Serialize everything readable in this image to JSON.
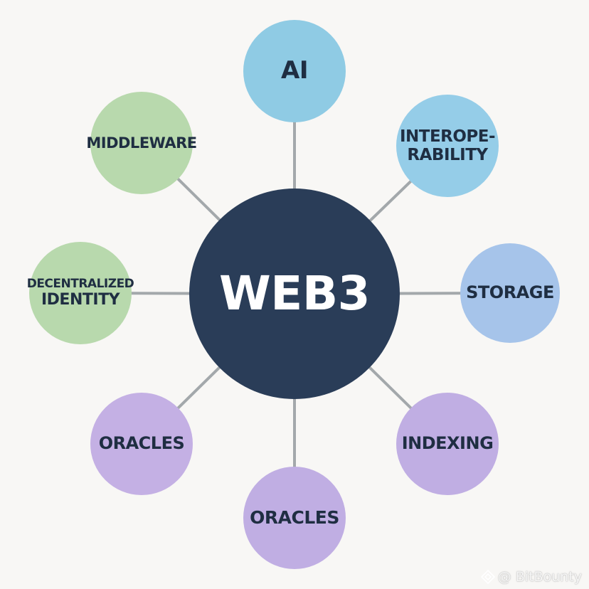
{
  "hub": {
    "label": "WEB3",
    "color": "#2a3d58",
    "text_color": "#ffffff"
  },
  "nodes": [
    {
      "id": "ai",
      "lines": [
        "AI"
      ],
      "color": "#8fcbe4"
    },
    {
      "id": "interoperability",
      "lines": [
        "INTEROPE-",
        "RABILITY"
      ],
      "color": "#95cde8"
    },
    {
      "id": "storage",
      "lines": [
        "STORAGE"
      ],
      "color": "#a6c4ea"
    },
    {
      "id": "indexing",
      "lines": [
        "INDEXING"
      ],
      "color": "#c0aee3"
    },
    {
      "id": "oracles-bottom",
      "lines": [
        "ORACLES"
      ],
      "color": "#c0aee3"
    },
    {
      "id": "oracles-left",
      "lines": [
        "ORACLES"
      ],
      "color": "#c4b0e4"
    },
    {
      "id": "decentralized-identity",
      "lines": [
        "DECENTRALIZED",
        "IDENTITY"
      ],
      "color": "#b8d9ad"
    },
    {
      "id": "middleware",
      "lines": [
        "MIDDLEWARE"
      ],
      "color": "#b8d9ad"
    }
  ],
  "watermark": {
    "text": "@ BitBounty",
    "icon": "diamond-logo-icon"
  }
}
